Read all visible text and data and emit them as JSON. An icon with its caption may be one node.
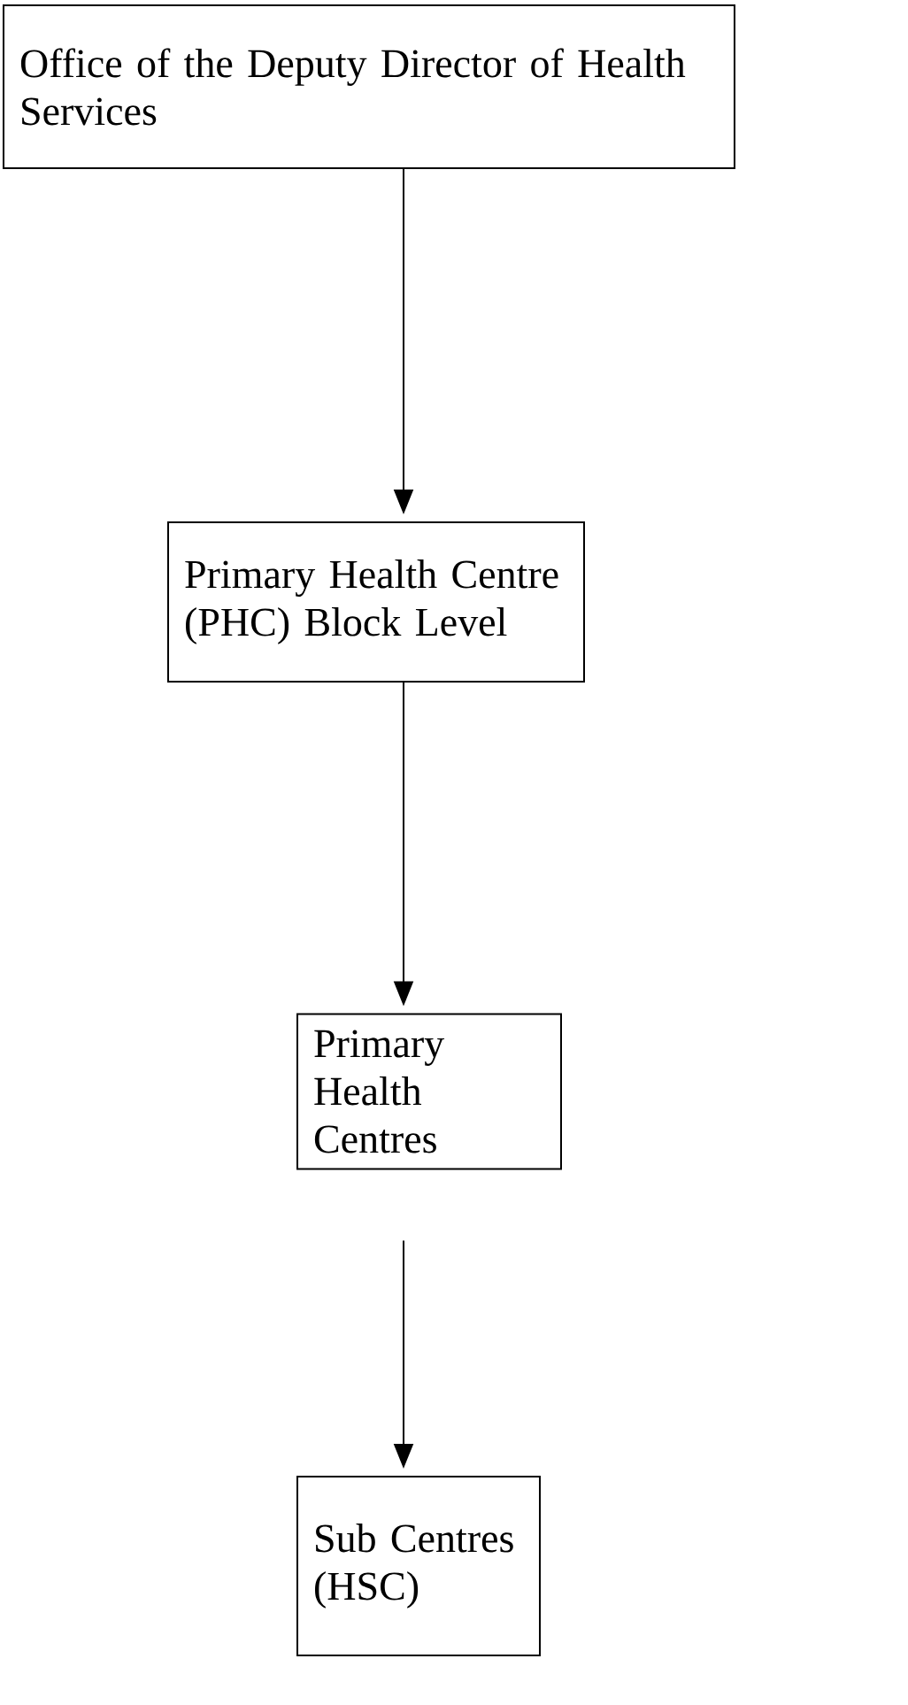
{
  "diagram": {
    "nodes": [
      {
        "text": [
          "Office of the Deputy Director of Health Services"
        ]
      },
      {
        "text": [
          "Primary Health Centre (PHC) Block Level"
        ]
      },
      {
        "text": [
          "Primary Health Centres"
        ]
      },
      {
        "text": [
          "Sub Centres (HSC)"
        ]
      }
    ],
    "edges": [
      {
        "from": 0,
        "to": 1,
        "arrow": "to"
      },
      {
        "from": 1,
        "to": 2,
        "arrow": "to"
      },
      {
        "from": 2,
        "to": 3,
        "arrow": "to"
      }
    ]
  }
}
